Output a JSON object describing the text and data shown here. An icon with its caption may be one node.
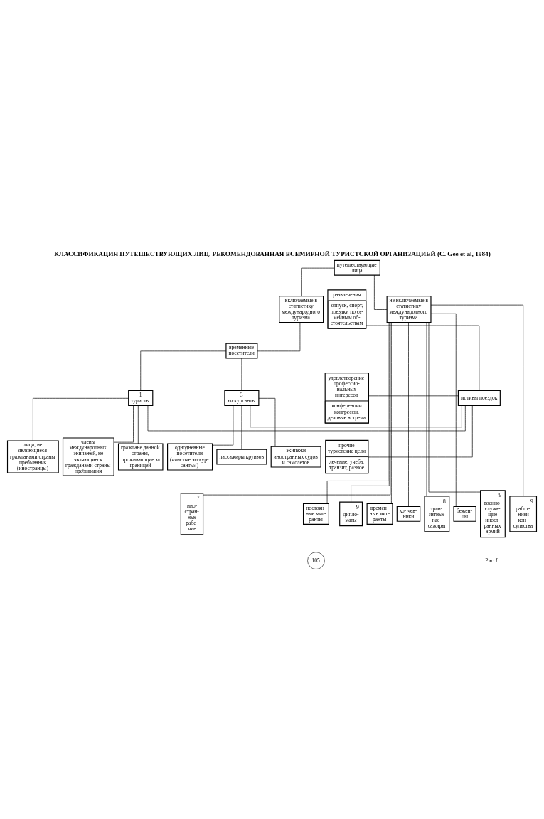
{
  "diagram": {
    "title": "КЛАССИФИКАЦИЯ ПУТЕШЕСТВУЮЩИХ ЛИЦ, РЕКОМЕНДОВАННАЯ ВСЕМИРНОЙ ТУРИСТСКОЙ ОРГАНИЗАЦИЕЙ (C. Gee et al, 1984)",
    "caption": "Рис. 8.",
    "nodes": [
      {
        "text": [
          "путешествующие лица"
        ]
      },
      {
        "text": [
          "включаемые в статистику международного туризма"
        ]
      },
      {
        "text": [
          "не включаемые в статистику международного туризма"
        ]
      },
      {
        "text": [
          "временные посетители"
        ]
      },
      {
        "text": [
          "1",
          "туристы"
        ]
      },
      {
        "text": [
          "3",
          "экскурсанты"
        ]
      },
      {
        "text": [
          "мотивы поездок"
        ]
      },
      {
        "text": [
          "развлечения",
          "отпуск, спорт, поездки по се- мейным об- стоятельствам"
        ]
      },
      {
        "text": [
          "удовлетворение профессио- нальных интересов",
          "конференции конгрессы, деловые встречи"
        ]
      },
      {
        "text": [
          "прочие туристские цели",
          "лечение, учеба, транзит, разное"
        ]
      },
      {
        "text": [
          "лица, не являющиеся гражданами страны пребывания (иностранцы)"
        ]
      },
      {
        "text": [
          "граждане данной страны, проживающие за границей"
        ]
      },
      {
        "text": [
          "пассажиры круизов"
        ]
      },
      {
        "text": [
          "однодневные посетители («чистые экскур- санты»)"
        ]
      },
      {
        "text": [
          "члены международных экипажей, не являющиеся гражданами страны пребывания"
        ]
      },
      {
        "text": [
          "экипажи иностранных судов и самолетов"
        ]
      },
      {
        "text": [
          "7",
          "ино- стран- ные рабо- чие"
        ]
      },
      {
        "text": [
          "ко- чев- ники"
        ]
      },
      {
        "text": [
          "8",
          "тран- зитные пас- сажиры"
        ]
      },
      {
        "text": [
          "бежен- цы"
        ]
      },
      {
        "text": [
          "9",
          "военно- служа- щие иност- ранных армий"
        ]
      },
      {
        "text": [
          "9",
          "работ- ники кон- сульства"
        ]
      },
      {
        "text": [
          "9",
          "дипло- маты"
        ]
      },
      {
        "text": [
          "времен- ные миг- ранты"
        ]
      },
      {
        "text": [
          "постоян- ные миг- ранты"
        ]
      }
    ],
    "edges": [
      {
        "from": 0,
        "to": 1,
        "arrow": "none"
      },
      {
        "from": 0,
        "to": 2,
        "arrow": "none"
      },
      {
        "from": 1,
        "to": 3,
        "arrow": "none"
      },
      {
        "from": 3,
        "to": 4,
        "arrow": "none"
      },
      {
        "from": 3,
        "to": 5,
        "arrow": "none"
      },
      {
        "from": 7,
        "to": 6,
        "arrow": "none"
      },
      {
        "from": 8,
        "to": 6,
        "arrow": "none"
      },
      {
        "from": 9,
        "to": 6,
        "arrow": "none"
      },
      {
        "from": 6,
        "to": 4,
        "arrow": "none"
      },
      {
        "from": 6,
        "to": 5,
        "arrow": "none"
      },
      {
        "from": 4,
        "to": 10,
        "arrow": "none"
      },
      {
        "from": 4,
        "to": 11,
        "arrow": "none"
      },
      {
        "from": 4,
        "to": 14,
        "arrow": "none"
      },
      {
        "from": 5,
        "to": 12,
        "arrow": "none"
      },
      {
        "from": 5,
        "to": 13,
        "arrow": "none"
      },
      {
        "from": 5,
        "to": 15,
        "arrow": "none"
      },
      {
        "from": 2,
        "to": 16,
        "arrow": "none"
      },
      {
        "from": 2,
        "to": 17,
        "arrow": "none"
      },
      {
        "from": 2,
        "to": 18,
        "arrow": "none"
      },
      {
        "from": 2,
        "to": 19,
        "arrow": "none"
      },
      {
        "from": 2,
        "to": 20,
        "arrow": "none"
      },
      {
        "from": 2,
        "to": 21,
        "arrow": "none"
      },
      {
        "from": 2,
        "to": 22,
        "arrow": "none"
      },
      {
        "from": 2,
        "to": 23,
        "arrow": "none"
      },
      {
        "from": 2,
        "to": 24,
        "arrow": "none"
      }
    ],
    "labels": [
      "105"
    ]
  }
}
